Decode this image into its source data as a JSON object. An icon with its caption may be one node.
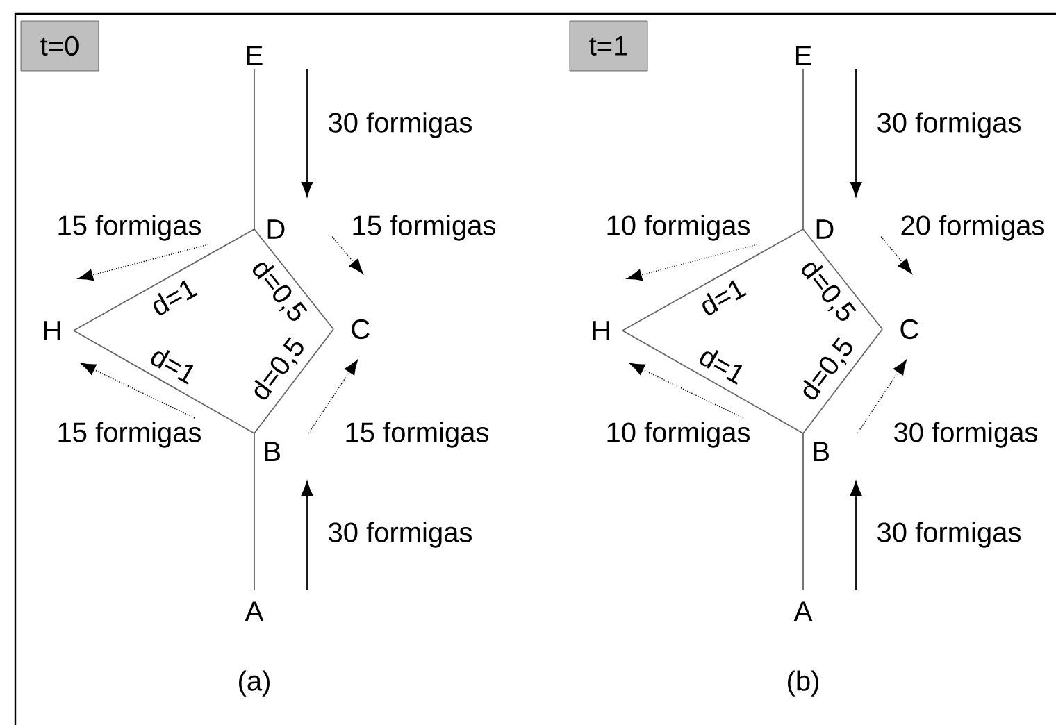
{
  "diagram": {
    "nodes": [
      {
        "text": [
          "t=0"
        ]
      },
      {
        "text": [
          "E"
        ]
      },
      {
        "text": [
          "D"
        ]
      },
      {
        "text": [
          "C"
        ]
      },
      {
        "text": [
          "H"
        ]
      },
      {
        "text": [
          "B"
        ]
      },
      {
        "text": [
          "A"
        ]
      },
      {
        "text": [
          "t=1"
        ]
      },
      {
        "text": [
          "E"
        ]
      },
      {
        "text": [
          "D"
        ]
      },
      {
        "text": [
          "C"
        ]
      },
      {
        "text": [
          "H"
        ]
      },
      {
        "text": [
          "B"
        ]
      },
      {
        "text": [
          "A"
        ]
      }
    ],
    "edges": [
      {
        "from": 1,
        "to": 2,
        "arrow": "none"
      },
      {
        "from": 2,
        "to": 4,
        "arrow": "none",
        "label": "d=1"
      },
      {
        "from": 2,
        "to": 3,
        "arrow": "none",
        "label": "d=0,5"
      },
      {
        "from": 4,
        "to": 5,
        "arrow": "none",
        "label": "d=1"
      },
      {
        "from": 3,
        "to": 5,
        "arrow": "none",
        "label": "d=0,5"
      },
      {
        "from": 5,
        "to": 6,
        "arrow": "none"
      },
      {
        "from": 8,
        "to": 9,
        "arrow": "none"
      },
      {
        "from": 9,
        "to": 11,
        "arrow": "none",
        "label": "d=1"
      },
      {
        "from": 9,
        "to": 10,
        "arrow": "none",
        "label": "d=0,5"
      },
      {
        "from": 11,
        "to": 12,
        "arrow": "none",
        "label": "d=1"
      },
      {
        "from": 10,
        "to": 12,
        "arrow": "none",
        "label": "d=0,5"
      },
      {
        "from": 12,
        "to": 13,
        "arrow": "none"
      }
    ],
    "labels": [
      "30 formigas",
      "15 formigas",
      "15 formigas",
      "15 formigas",
      "15 formigas",
      "30 formigas",
      "(a)",
      "30 formigas",
      "10 formigas",
      "20 formigas",
      "10 formigas",
      "30 formigas",
      "30 formigas",
      "(b)"
    ]
  }
}
